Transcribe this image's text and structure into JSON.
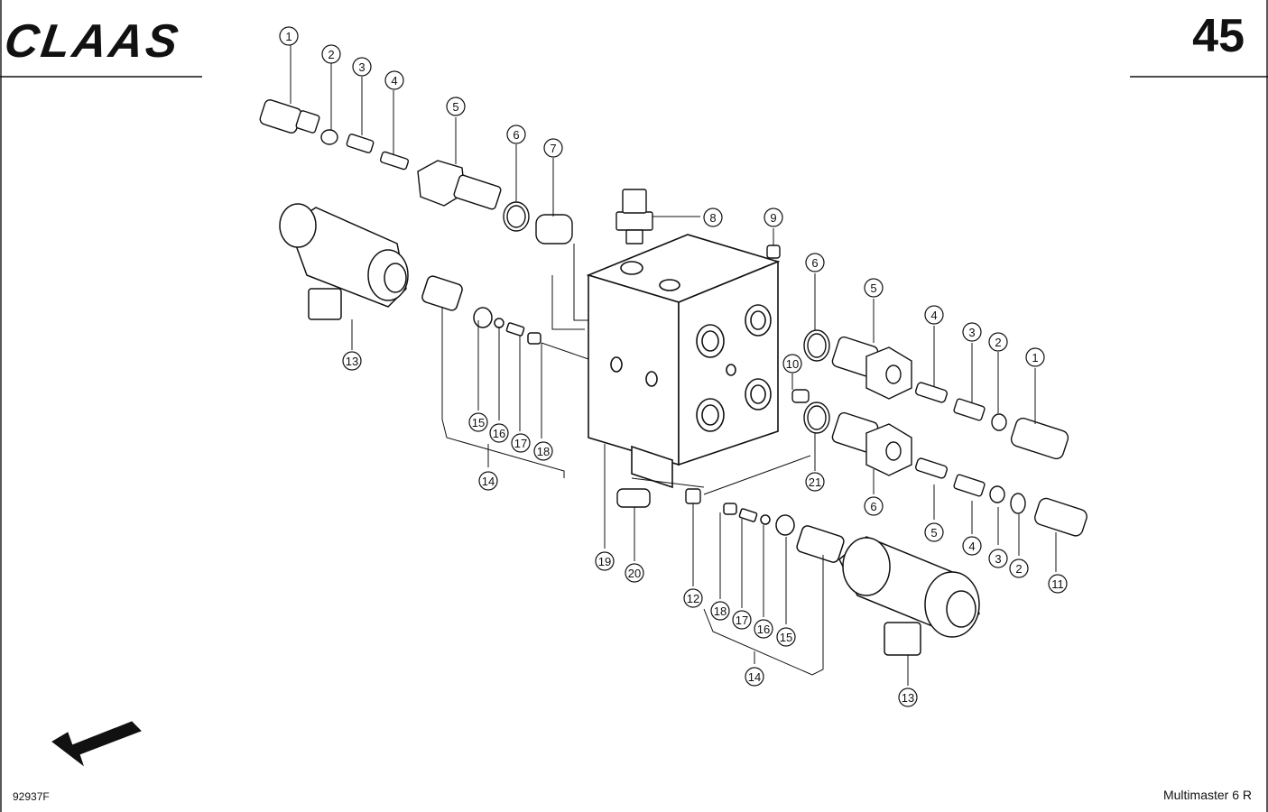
{
  "header": {
    "brand": "CLAAS",
    "page_number": "45"
  },
  "footer": {
    "drawing_id": "92937F",
    "model": "Multimaster 6 R"
  },
  "callouts": [
    "1",
    "2",
    "3",
    "4",
    "5",
    "6",
    "7",
    "8",
    "9",
    "6",
    "5",
    "4",
    "3",
    "2",
    "1",
    "10",
    "13",
    "15",
    "16",
    "17",
    "18",
    "14",
    "19",
    "20",
    "21",
    "6",
    "5",
    "4",
    "3",
    "2",
    "11",
    "12",
    "18",
    "17",
    "16",
    "15",
    "14",
    "13"
  ],
  "icons": {
    "direction": "arrow-down-left-icon"
  },
  "colors": {
    "ink": "#111111",
    "paper": "#ffffff"
  }
}
